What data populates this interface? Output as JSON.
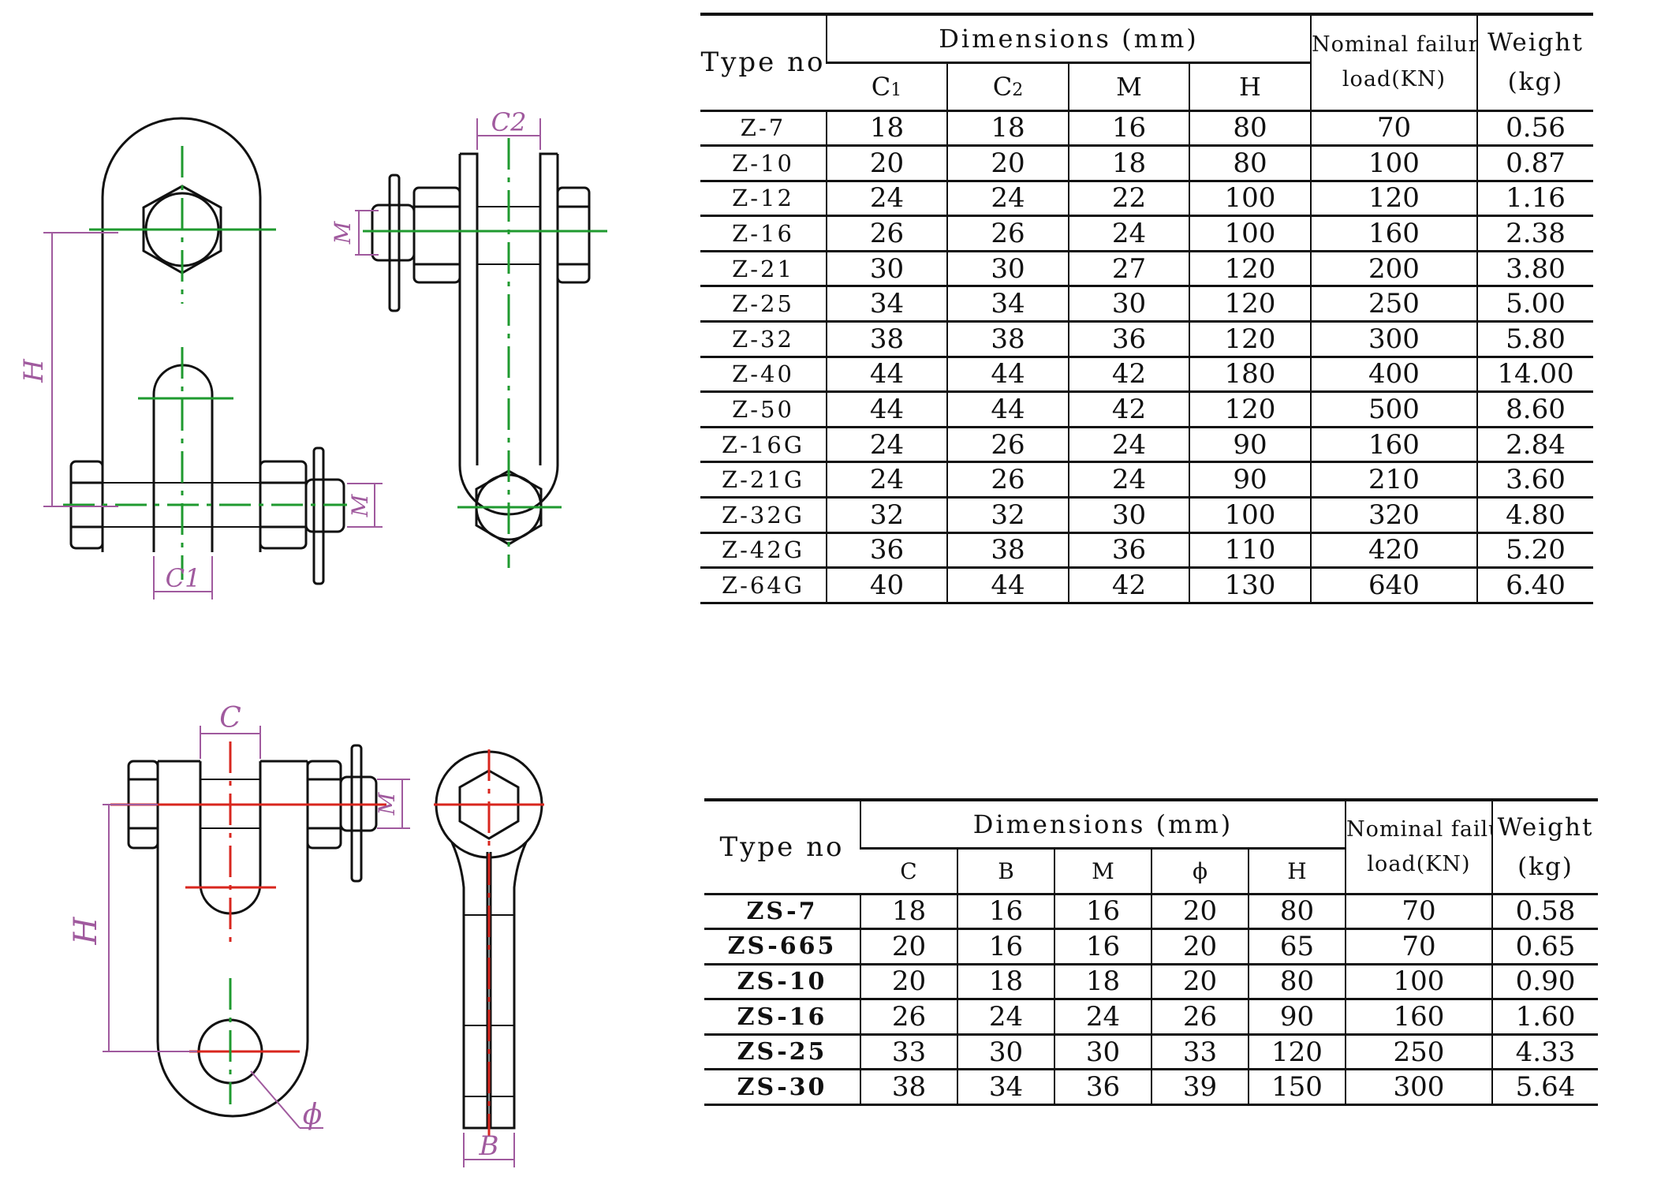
{
  "colors": {
    "dimension": "#a05a9e",
    "centerline_upper": "#1f9a2f",
    "centerline_lower": "#d8261e",
    "line": "#111111"
  },
  "drawings": {
    "upper_labels": {
      "c1": "C1",
      "c2": "C2",
      "h": "H",
      "m_left": "M",
      "m_right": "M"
    },
    "lower_labels": {
      "c": "C",
      "h": "H",
      "m": "M",
      "phi": "ϕ",
      "b": "B"
    }
  },
  "table_z": {
    "type_header": "Type no",
    "dim_header": "Dimensions (mm)",
    "load_header_line1": "Nominal failure",
    "load_header_line2": "load(KN)",
    "weight_header_line1": "Weight",
    "weight_header_line2": "(kg)",
    "columns": [
      {
        "base": "C",
        "sub": "1"
      },
      {
        "base": "C",
        "sub": "2"
      },
      {
        "base": "M",
        "sub": ""
      },
      {
        "base": "H",
        "sub": ""
      }
    ],
    "rows": [
      [
        "Z-7",
        "18",
        "18",
        "16",
        "80",
        "70",
        "0.56"
      ],
      [
        "Z-10",
        "20",
        "20",
        "18",
        "80",
        "100",
        "0.87"
      ],
      [
        "Z-12",
        "24",
        "24",
        "22",
        "100",
        "120",
        "1.16"
      ],
      [
        "Z-16",
        "26",
        "26",
        "24",
        "100",
        "160",
        "2.38"
      ],
      [
        "Z-21",
        "30",
        "30",
        "27",
        "120",
        "200",
        "3.80"
      ],
      [
        "Z-25",
        "34",
        "34",
        "30",
        "120",
        "250",
        "5.00"
      ],
      [
        "Z-32",
        "38",
        "38",
        "36",
        "120",
        "300",
        "5.80"
      ],
      [
        "Z-40",
        "44",
        "44",
        "42",
        "180",
        "400",
        "14.00"
      ],
      [
        "Z-50",
        "44",
        "44",
        "42",
        "120",
        "500",
        "8.60"
      ],
      [
        "Z-16G",
        "24",
        "26",
        "24",
        "90",
        "160",
        "2.84"
      ],
      [
        "Z-21G",
        "24",
        "26",
        "24",
        "90",
        "210",
        "3.60"
      ],
      [
        "Z-32G",
        "32",
        "32",
        "30",
        "100",
        "320",
        "4.80"
      ],
      [
        "Z-42G",
        "36",
        "38",
        "36",
        "110",
        "420",
        "5.20"
      ],
      [
        "Z-64G",
        "40",
        "44",
        "42",
        "130",
        "640",
        "6.40"
      ]
    ]
  },
  "table_zs": {
    "type_header": "Type no",
    "dim_header": "Dimensions (mm)",
    "load_header_line1": "Nominal failure",
    "load_header_line2": "load(KN)",
    "weight_header_line1": "Weight",
    "weight_header_line2": "(kg)",
    "columns": [
      "C",
      "B",
      "M",
      "ϕ",
      "H"
    ],
    "rows": [
      [
        "ZS-7",
        "18",
        "16",
        "16",
        "20",
        "80",
        "70",
        "0.58"
      ],
      [
        "ZS-665",
        "20",
        "16",
        "16",
        "20",
        "65",
        "70",
        "0.65"
      ],
      [
        "ZS-10",
        "20",
        "18",
        "18",
        "20",
        "80",
        "100",
        "0.90"
      ],
      [
        "ZS-16",
        "26",
        "24",
        "24",
        "26",
        "90",
        "160",
        "1.60"
      ],
      [
        "ZS-25",
        "33",
        "30",
        "30",
        "33",
        "120",
        "250",
        "4.33"
      ],
      [
        "ZS-30",
        "38",
        "34",
        "36",
        "39",
        "150",
        "300",
        "5.64"
      ]
    ]
  }
}
